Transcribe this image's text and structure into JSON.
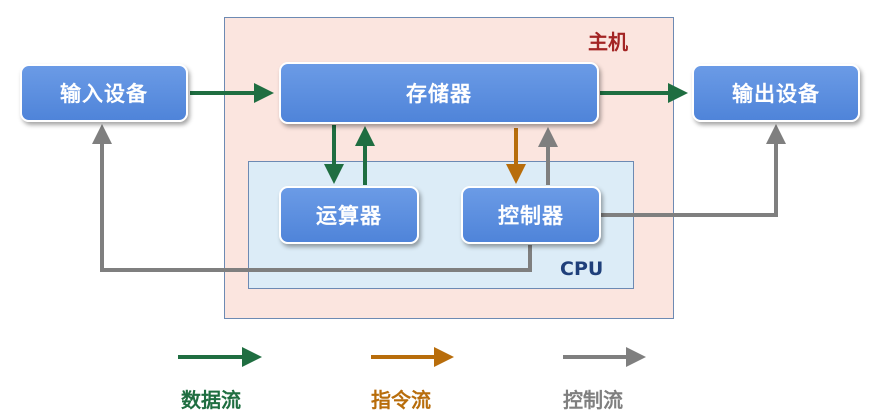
{
  "regions": {
    "host": "主机",
    "cpu": "CPU"
  },
  "boxes": {
    "input": "输入设备",
    "memory": "存储器",
    "output": "输出设备",
    "alu": "运算器",
    "controller": "控制器"
  },
  "legend": {
    "data_flow": "数据流",
    "instruction_flow": "指令流",
    "control_flow": "控制流"
  },
  "colors": {
    "data_flow": "#1f6e41",
    "instruction_flow": "#b86d0b",
    "control_flow": "#7f7f7f",
    "box_fill": "#5b8fe0",
    "host_fill": "#fbe5df",
    "cpu_fill": "#dcecf7"
  }
}
